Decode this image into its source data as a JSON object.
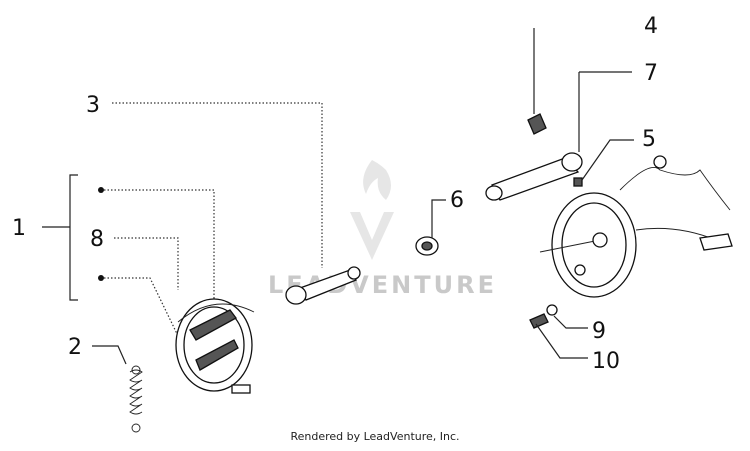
{
  "callouts": {
    "c1": "1",
    "c2": "2",
    "c3": "3",
    "c4": "4",
    "c5": "5",
    "c6": "6",
    "c7": "7",
    "c8": "8",
    "c9": "9",
    "c10": "10"
  },
  "watermark": {
    "text": "LEADVENTURE",
    "color": "#c9c9c9"
  },
  "credit": "Rendered by LeadVenture, Inc."
}
